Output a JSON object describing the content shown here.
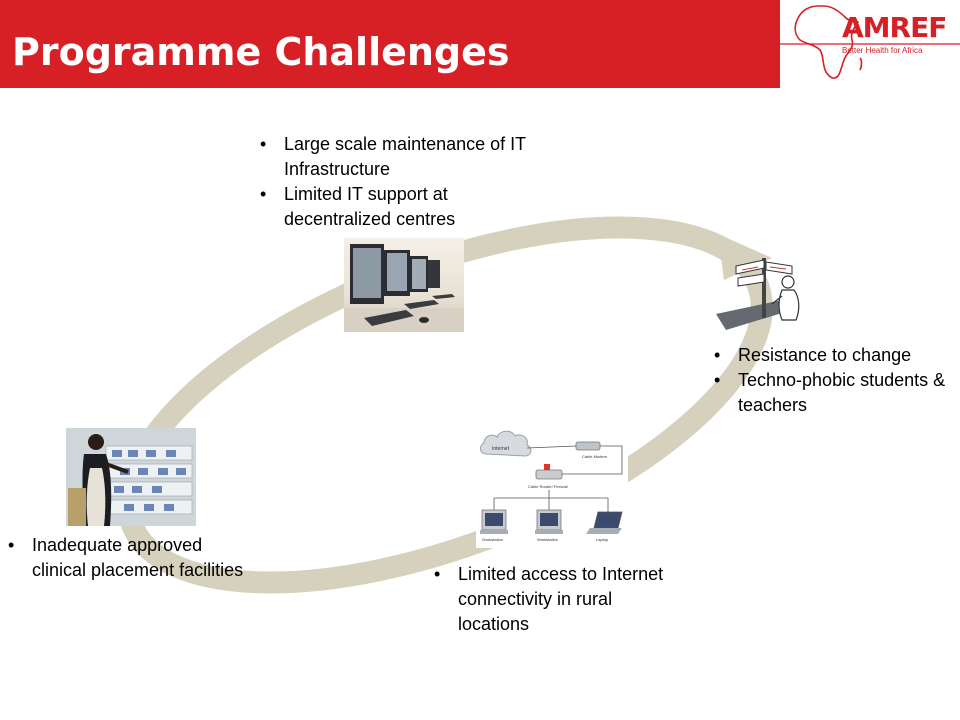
{
  "slide": {
    "title": "Programme Challenges"
  },
  "logo": {
    "name": "AMREF",
    "tagline": "Better Health for Africa"
  },
  "colors": {
    "header_red": "#d71f26",
    "ring": "#d6d1bc"
  },
  "challenges": {
    "infrastructure": {
      "bullets": [
        "Large scale maintenance of IT Infrastructure",
        "Limited IT support at decentralized centres"
      ]
    },
    "change": {
      "bullets": [
        "Resistance to change",
        "Techno-phobic students & teachers"
      ]
    },
    "connectivity": {
      "bullets": [
        "Limited access to Internet connectivity in rural locations"
      ]
    },
    "placement": {
      "bullets": [
        "Inadequate approved clinical placement facilities"
      ]
    }
  },
  "network_diagram": {
    "internet_label": "Internet",
    "modem_label": "Cable Modem",
    "router_label": "Cable Router/ Firewall",
    "workstation_1": "Workstation",
    "workstation_2": "Workstation",
    "laptop_label": "Laptop"
  }
}
